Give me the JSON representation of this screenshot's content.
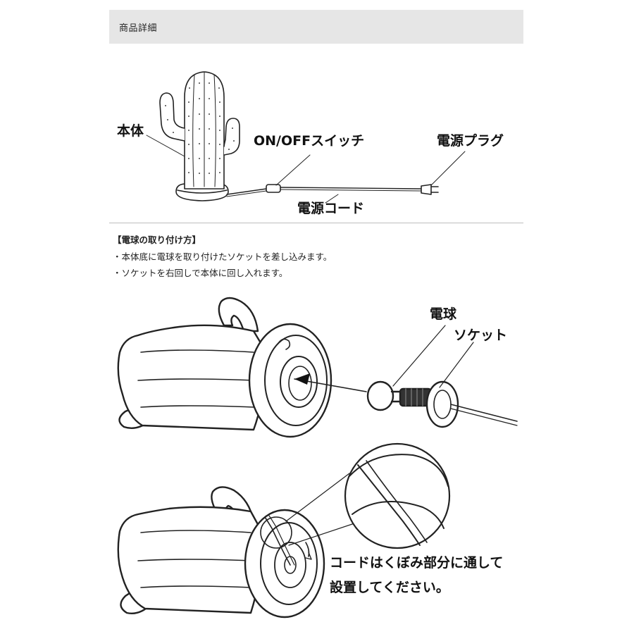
{
  "header": {
    "title": "商品詳細"
  },
  "diagram1": {
    "labels": {
      "body": "本体",
      "switch": "ON/OFFスイッチ",
      "plug": "電源プラグ",
      "cord": "電源コード"
    }
  },
  "instructions": {
    "title": "【電球の取り付け方】",
    "steps": [
      "・本体底に電球を取り付けたソケットを差し込みます。",
      "・ソケットを右回しで本体に回し入れます。"
    ]
  },
  "diagram2": {
    "labels": {
      "bulb": "電球",
      "socket": "ソケット"
    }
  },
  "diagram3": {
    "note_line1": "コードはくぼみ部分に通して",
    "note_line2": "設置してください。"
  }
}
